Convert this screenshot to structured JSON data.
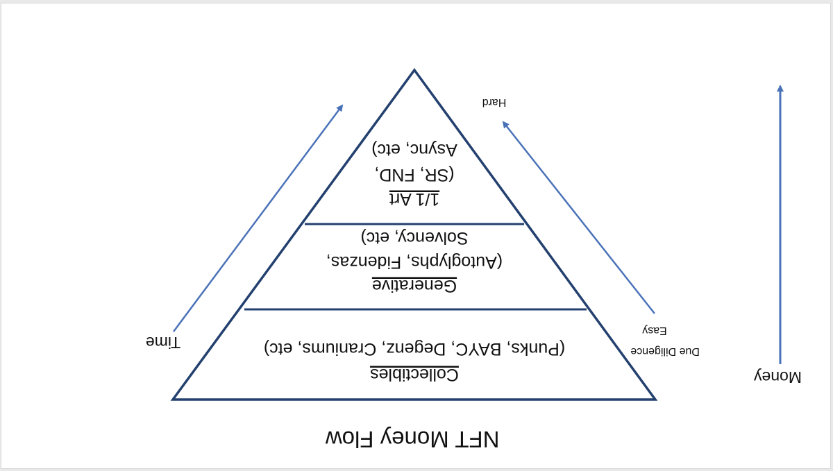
{
  "title": "NFT Money Flow",
  "tiers": [
    {
      "title": "1/1 Art",
      "lines": [
        "(SR, FND,",
        "Async, etc)"
      ]
    },
    {
      "title": "Generative",
      "lines": [
        "(Autoglyphs, Fidenzas,",
        "Solvency, etc)"
      ]
    },
    {
      "title": "Collectibles",
      "lines": [
        "(Punks, BAYC, Degenz, Craniums, etc)"
      ]
    }
  ],
  "time_label": "Time",
  "due_diligence": {
    "high": "Hard",
    "low_line1": "Easy",
    "low_line2": "Due Diligence"
  },
  "money_label": "Money",
  "colors": {
    "triangle": "#23406f",
    "arrow": "#4a72b8",
    "text": "#111111"
  }
}
